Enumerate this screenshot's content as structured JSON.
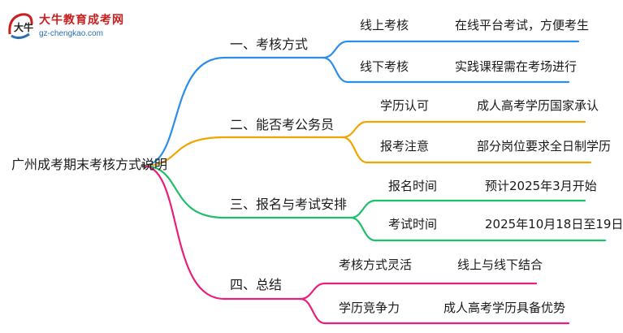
{
  "logo": {
    "title": "大牛教育成考网",
    "url": "gz-chengkao.com",
    "mark_text": "大牛"
  },
  "mindmap": {
    "root": "广州成考期末考核方式说明",
    "branches": [
      {
        "label": "一、考核方式",
        "color": "#2b8ee8",
        "children": [
          {
            "label": "线上考核",
            "detail": "在线平台考试，方便考生"
          },
          {
            "label": "线下考核",
            "detail": "实践课程需在考场进行"
          }
        ]
      },
      {
        "label": "二、能否考公务员",
        "color": "#f0a500",
        "children": [
          {
            "label": "学历认可",
            "detail": "成人高考学历国家承认"
          },
          {
            "label": "报考注意",
            "detail": "部分岗位要求全日制学历"
          }
        ]
      },
      {
        "label": "三、报名与考试安排",
        "color": "#1fbf6a",
        "children": [
          {
            "label": "报名时间",
            "detail": "预计2025年3月开始"
          },
          {
            "label": "考试时间",
            "detail": "2025年10月18日至19日"
          }
        ]
      },
      {
        "label": "四、总结",
        "color": "#e8207a",
        "children": [
          {
            "label": "考核方式灵活",
            "detail": "线上与线下结合"
          },
          {
            "label": "学历竞争力",
            "detail": "成人高考学历具备优势"
          }
        ]
      }
    ]
  }
}
